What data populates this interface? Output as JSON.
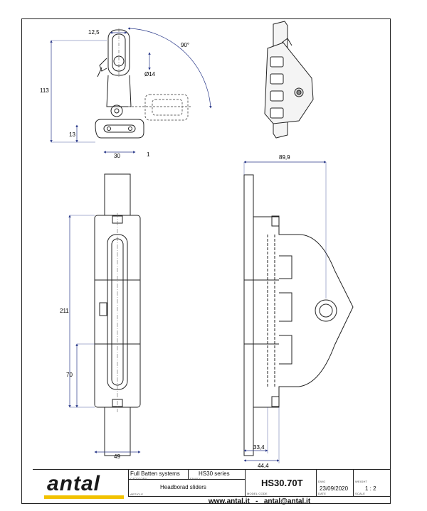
{
  "dimensions": {
    "top_width_offset": "12,5",
    "angle": "90°",
    "diameter": "Ø14",
    "overall_height": "113",
    "foot_height": "13",
    "base_width": "30",
    "base_gap": "1",
    "side_depth": "89,9",
    "slider_length": "211",
    "section_length": "70",
    "front_width": "49",
    "rail_offset": "33,4",
    "side_width": "44,4"
  },
  "title_block": {
    "category_value": "Full Batten systems",
    "category_caption": "CATEGORY",
    "family_value": "HS30 series",
    "family_caption": "FAMILY",
    "model_value": "HS30.70T",
    "model_caption": "MODEL CODE",
    "article_value": "Headborad sliders",
    "article_caption": "ARTICLE",
    "dwg_caption": "DWG",
    "weight_caption": "WEIGHT",
    "date_value": "23/09/2020",
    "date_caption": "DATE",
    "scale_value": "1 : 2",
    "scale_caption": "SCALE"
  },
  "brand": {
    "logo_text": "antal",
    "accent_color": "#f2c200"
  },
  "footer": {
    "website": "www.antal.it",
    "separator": "-",
    "email": "antal@antal.it"
  }
}
